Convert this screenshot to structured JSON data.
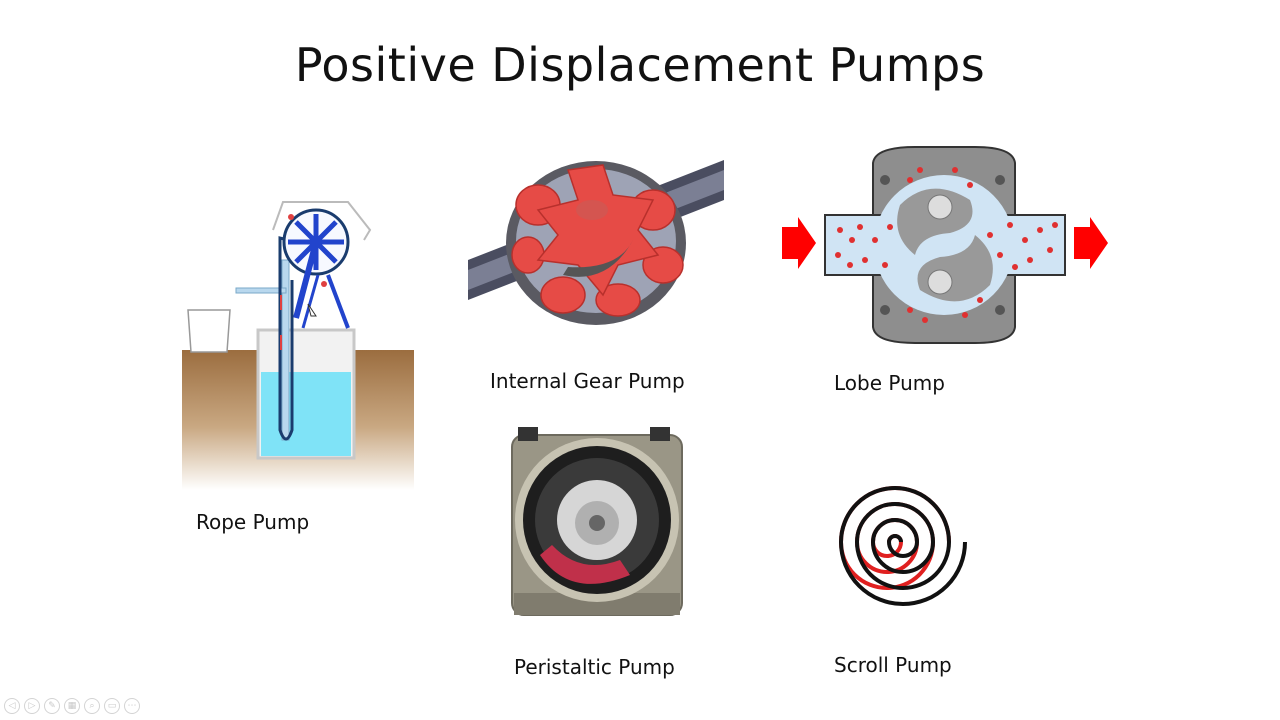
{
  "slide": {
    "title": "Positive Displacement Pumps",
    "pumps": [
      {
        "label": "Rope Pump"
      },
      {
        "label": "Internal Gear Pump"
      },
      {
        "label": "Lobe Pump"
      },
      {
        "label": "Peristaltic Pump"
      },
      {
        "label": "Scroll Pump"
      }
    ]
  },
  "toolbar": {
    "buttons": [
      {
        "icon": "previous-icon",
        "glyph": "◁"
      },
      {
        "icon": "next-icon",
        "glyph": "▷"
      },
      {
        "icon": "pen-icon",
        "glyph": "✎"
      },
      {
        "icon": "slides-icon",
        "glyph": "▦"
      },
      {
        "icon": "zoom-icon",
        "glyph": "⌕"
      },
      {
        "icon": "subtitles-icon",
        "glyph": "▭"
      },
      {
        "icon": "more-icon",
        "glyph": "⋯"
      }
    ]
  },
  "colors": {
    "water": "#7fe3f7",
    "soil": "#9b6d3f",
    "pump_red": "#e64b46",
    "lobe_fluid": "#d0e4f4",
    "arrow_red": "#ff0000"
  }
}
